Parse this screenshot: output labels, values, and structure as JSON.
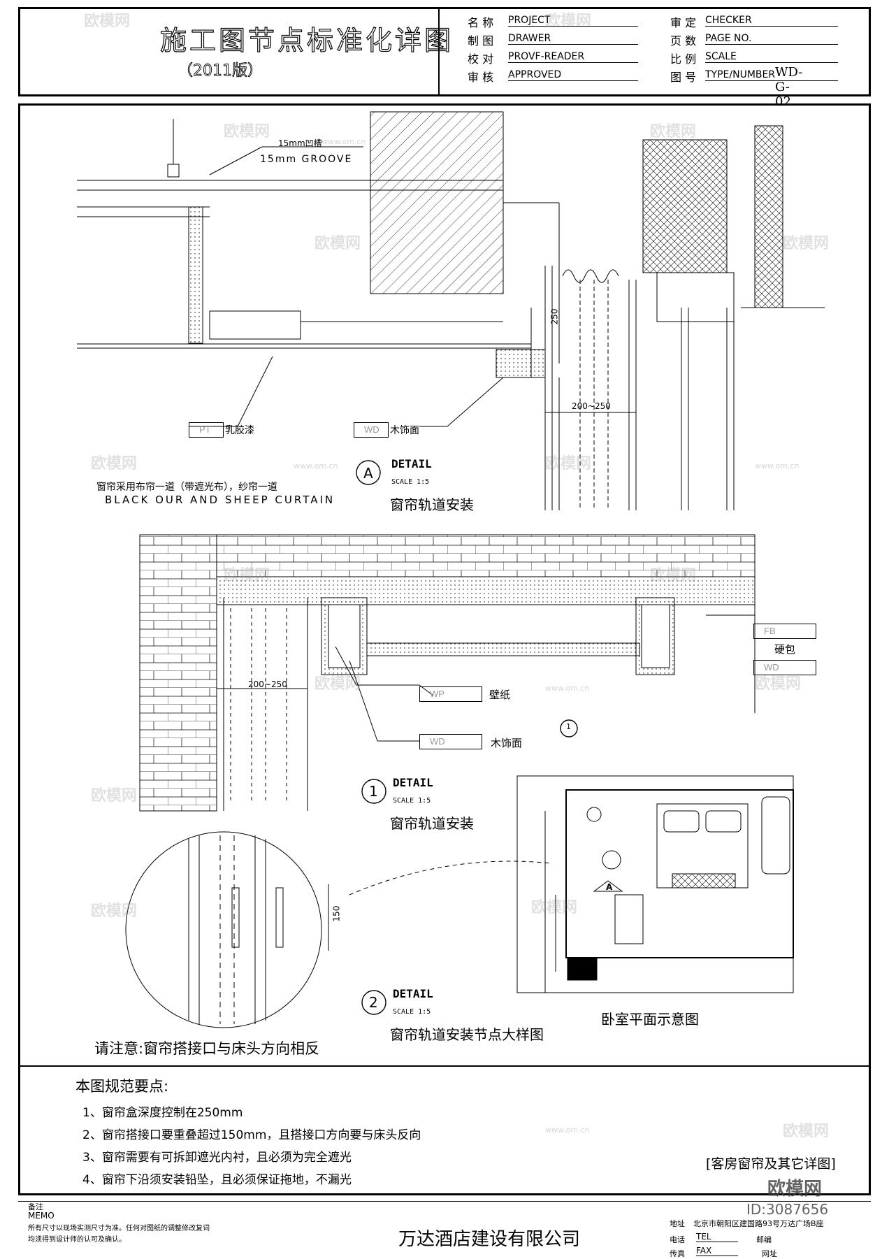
{
  "title_block": {
    "title": "施工图节点标准化详图",
    "edition": "（2011版）",
    "fields_left": [
      {
        "cn": "名 称",
        "en": "PROJECT"
      },
      {
        "cn": "制 图",
        "en": "DRAWER"
      },
      {
        "cn": "校 对",
        "en": "PROVF-READER"
      },
      {
        "cn": "审 核",
        "en": "APPROVED"
      }
    ],
    "fields_right": [
      {
        "cn": "审 定",
        "en": "CHECKER",
        "value": ""
      },
      {
        "cn": "页 数",
        "en": "PAGE NO.",
        "value": ""
      },
      {
        "cn": "比 例",
        "en": "SCALE",
        "value": ""
      },
      {
        "cn": "图 号",
        "en": "TYPE/NUMBER",
        "value": "WD-G-02"
      }
    ]
  },
  "detail_a": {
    "groove_cn": "15mm凹槽",
    "groove_en": "15mm GROOVE",
    "dim_250": "250",
    "dim_200_250": "200~250",
    "tag_pt_code": "PT",
    "tag_pt_text": "乳胶漆",
    "tag_wd_code": "WD",
    "tag_wd_text": "木饰面",
    "note_cn": "窗帘采用布帘一道（带遮光布），纱帘一道",
    "note_en": "BLACK OUR AND SHEEP CURTAIN",
    "marker": "A",
    "detail_label": "DETAIL",
    "scale": "SCALE 1:5",
    "caption": "窗帘轨道安装"
  },
  "detail_1": {
    "tag_fb_code": "FB",
    "tag_fb_text": "硬包",
    "tag_wd_code": "WD",
    "tag_wp_code": "WP",
    "tag_wp_text": "壁纸",
    "tag_wd2_code": "WD",
    "tag_wd2_text": "木饰面",
    "dim_200_250": "200~250",
    "section_mark": "1",
    "marker": "1",
    "detail_label": "DETAIL",
    "scale": "SCALE 1:5",
    "caption": "窗帘轨道安装"
  },
  "detail_2": {
    "dim_150": "150",
    "marker": "2",
    "detail_label": "DETAIL",
    "scale": "SCALE 1:5",
    "caption": "窗帘轨道安装节点大样图",
    "note": "请注意:窗帘搭接口与床头方向相反"
  },
  "plan": {
    "caption": "卧室平面示意图",
    "marker": "A"
  },
  "spec": {
    "heading": "本图规范要点:",
    "items": [
      "1、窗帘盒深度控制在250mm",
      "2、窗帘搭接口要重叠超过150mm，且搭接口方向要与床头反向",
      "3、窗帘需要有可拆卸遮光内衬，且必须为完全遮光",
      "4、窗帘下沿须安装铅坠，且必须保证拖地，不漏光"
    ],
    "sheet_title": "[客房窗帘及其它详图]"
  },
  "footer": {
    "memo_cn": "备注",
    "memo_en": "MEMO",
    "memo_line1": "所有尺寸以现场实测尺寸为准。任何对图纸的调整修改复词",
    "memo_line2": "均须得到设计师的认可及确认。",
    "company": "万达酒店建设有限公司",
    "addr_label": "地址",
    "addr_value": "北京市朝阳区建国路93号万达广场B座",
    "tel_label": "电话",
    "tel_value": "TEL",
    "post_label": "邮编",
    "fax_label": "传真",
    "fax_value": "FAX",
    "web_label": "网址"
  },
  "watermark": {
    "brand": "欧模网",
    "site": "www.om.cn",
    "id": "ID:3087656"
  }
}
